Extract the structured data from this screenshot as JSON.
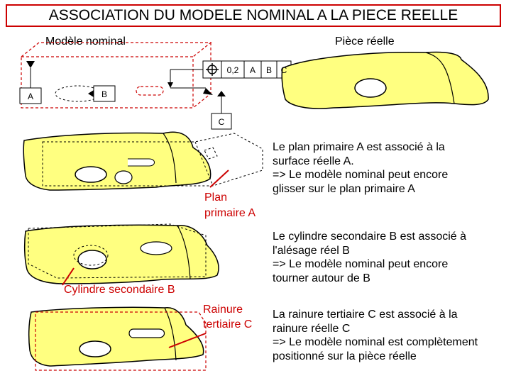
{
  "title": "ASSOCIATION DU MODELE NOMINAL  A LA PIECE REELLE",
  "labels": {
    "nominal_model": "Modèle nominal",
    "real_part": "Pièce réelle",
    "primary_plane_line1": "Plan",
    "primary_plane_line2": "primaire A",
    "secondary_cylinder": "Cylindre secondaire B",
    "tertiary_groove_line1": "Rainure",
    "tertiary_groove_line2": "tertiaire C"
  },
  "tolerance_frame": {
    "symbol_name": "position-icon",
    "value": "0,2",
    "datum_1": "A",
    "datum_2": "B",
    "datum_3": "C"
  },
  "datum_tags": {
    "a": "A",
    "b": "B",
    "c": "C"
  },
  "explanations": [
    {
      "lines": [
        "Le plan primaire A est associé à la",
        "surface réelle A.",
        "=> Le modèle nominal peut encore",
        "glisser sur le plan primaire A"
      ]
    },
    {
      "lines": [
        "Le cylindre secondaire B est associé à",
        "l'alésage réel B",
        "=> Le modèle nominal peut encore",
        "tourner autour de B"
      ]
    },
    {
      "lines": [
        "La rainure tertiaire C est associé à la",
        "rainure réelle C",
        "=> Le modèle nominal est complètement",
        "positionné sur la pièce réelle"
      ]
    }
  ],
  "colors": {
    "accent_red": "#cc0000",
    "part_fill": "#ffff80"
  }
}
